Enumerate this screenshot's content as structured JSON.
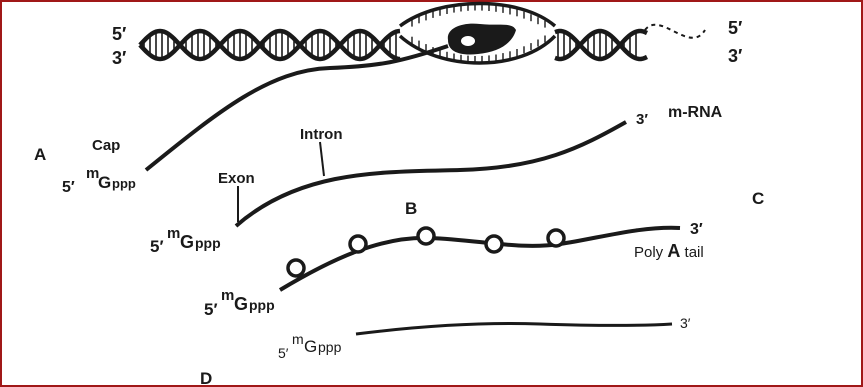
{
  "dna": {
    "end_top_left": "5′",
    "end_bottom_left": "3′",
    "end_top_right": "5′",
    "end_bottom_right": "3′"
  },
  "panels": {
    "A": {
      "letter": "A",
      "cap_label": "Cap",
      "five_prime": "5′",
      "cap_m": "m",
      "cap_g": "G",
      "cap_ppp": "ppp"
    },
    "mrna": {
      "three_prime": "3′",
      "mrna_label": "m-RNA",
      "intron_label": "Intron",
      "exon_label": "Exon",
      "five_prime": "5′",
      "cap_m": "m",
      "cap_g": "G",
      "cap_ppp": "ppp"
    },
    "B": {
      "letter": "B",
      "three_prime": "3′",
      "polya_pre": "Poly ",
      "polya_a": "A",
      "polya_post": " tail",
      "five_prime": "5′",
      "cap_m": "m",
      "cap_g": "G",
      "cap_ppp": "ppp"
    },
    "C": {
      "letter": "C"
    },
    "D": {
      "letter": "D",
      "three_prime": "3′",
      "five_prime": "5′",
      "cap_m": "m",
      "cap_g": "G",
      "cap_ppp": "ppp"
    }
  }
}
